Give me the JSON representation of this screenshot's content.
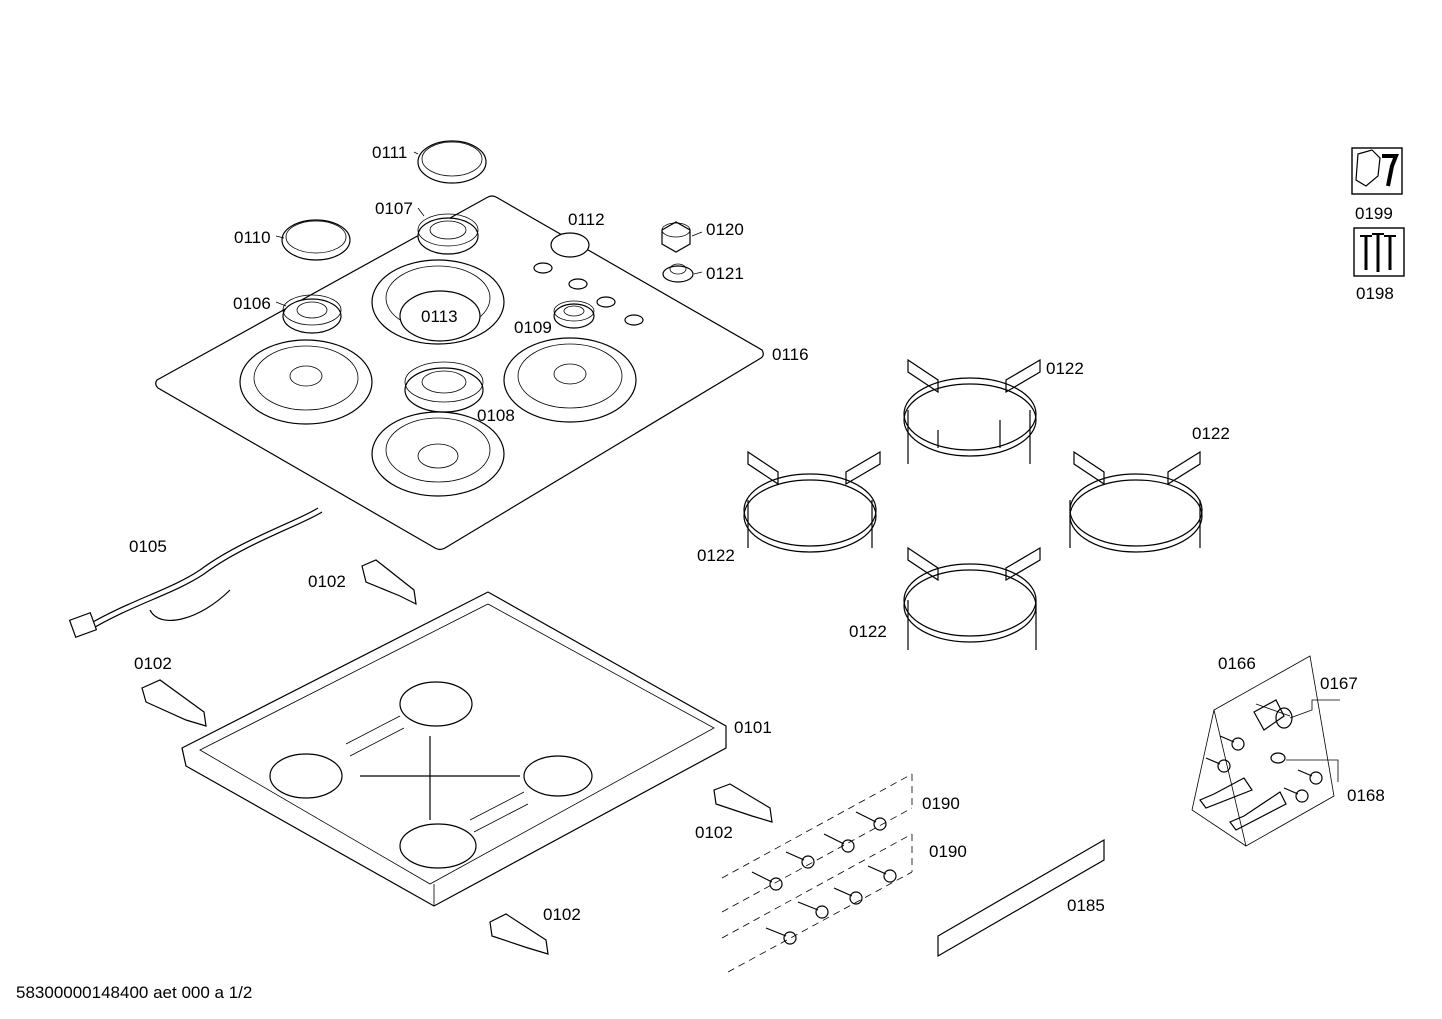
{
  "callouts": {
    "c0111": "0111",
    "c0107": "0107",
    "c0110": "0110",
    "c0112": "0112",
    "c0120": "0120",
    "c0121": "0121",
    "c0106": "0106",
    "c0113": "0113",
    "c0109": "0109",
    "c0116": "0116",
    "c0108": "0108",
    "c0122a": "0122",
    "c0122b": "0122",
    "c0122c": "0122",
    "c0122d": "0122",
    "c0105": "0105",
    "c0102a": "0102",
    "c0102b": "0102",
    "c0102c": "0102",
    "c0102d": "0102",
    "c0101": "0101",
    "c0166": "0166",
    "c0167": "0167",
    "c0168": "0168",
    "c0190a": "0190",
    "c0190b": "0190",
    "c0185": "0185",
    "c0199": "0199",
    "c0198": "0198"
  },
  "footer": {
    "document_id": "58300000148400 aet 000 a 1/2"
  },
  "icons": {
    "tool_icon": "wrench-nut-icon",
    "screw_icon": "screws-icon"
  }
}
